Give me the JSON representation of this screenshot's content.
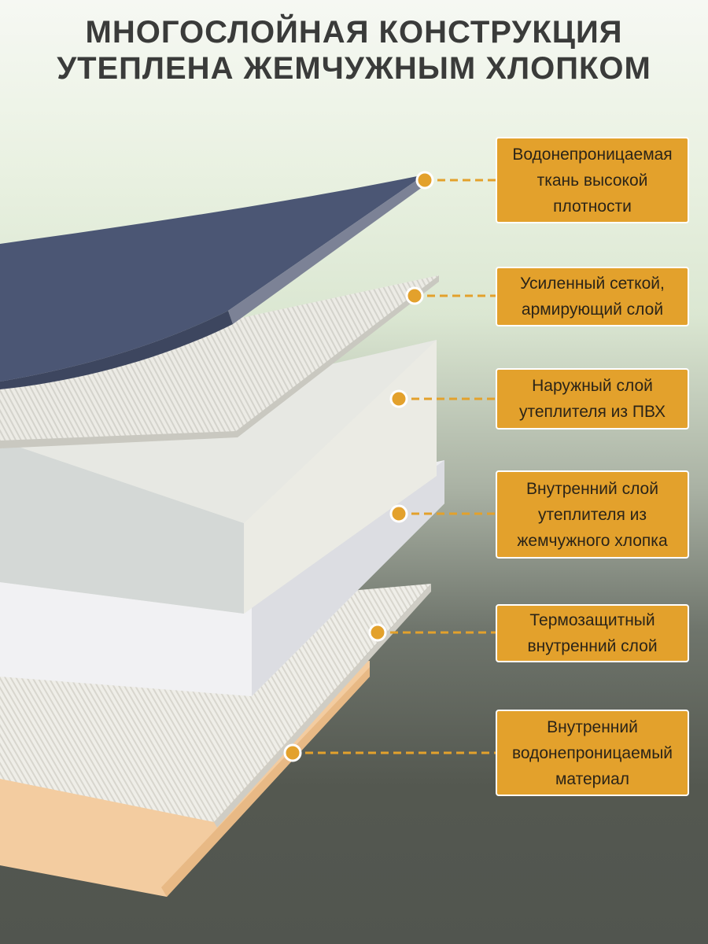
{
  "title": {
    "line1": "МНОГОСЛОЙНАЯ КОНСТРУКЦИЯ",
    "line2": "УТЕПЛЕНА ЖЕМЧУЖНЫМ ХЛОПКОМ"
  },
  "layers": [
    {
      "id": "fabric",
      "label": "Водонепроницаемая ткань высокой плотности",
      "color": "#4b5674"
    },
    {
      "id": "mesh",
      "label": "Усиленный сеткой, армирующий слой",
      "color": "#e6e6e0"
    },
    {
      "id": "pvc",
      "label": "Наружный слой утеплителя из ПВХ",
      "color": "#dededa"
    },
    {
      "id": "pearl-cotton",
      "label": "Внутренний слой утеплителя из жемчужного хлопка",
      "color": "#eeeef0"
    },
    {
      "id": "thermal",
      "label": "Термозащитный внутренний слой",
      "color": "#e8e6df"
    },
    {
      "id": "waterproof",
      "label": "Внутренний водонепроницаемый материал",
      "color": "#f2ccA0"
    }
  ],
  "colors": {
    "accent": "#e3a12c",
    "title_text": "#3a3b3a"
  }
}
